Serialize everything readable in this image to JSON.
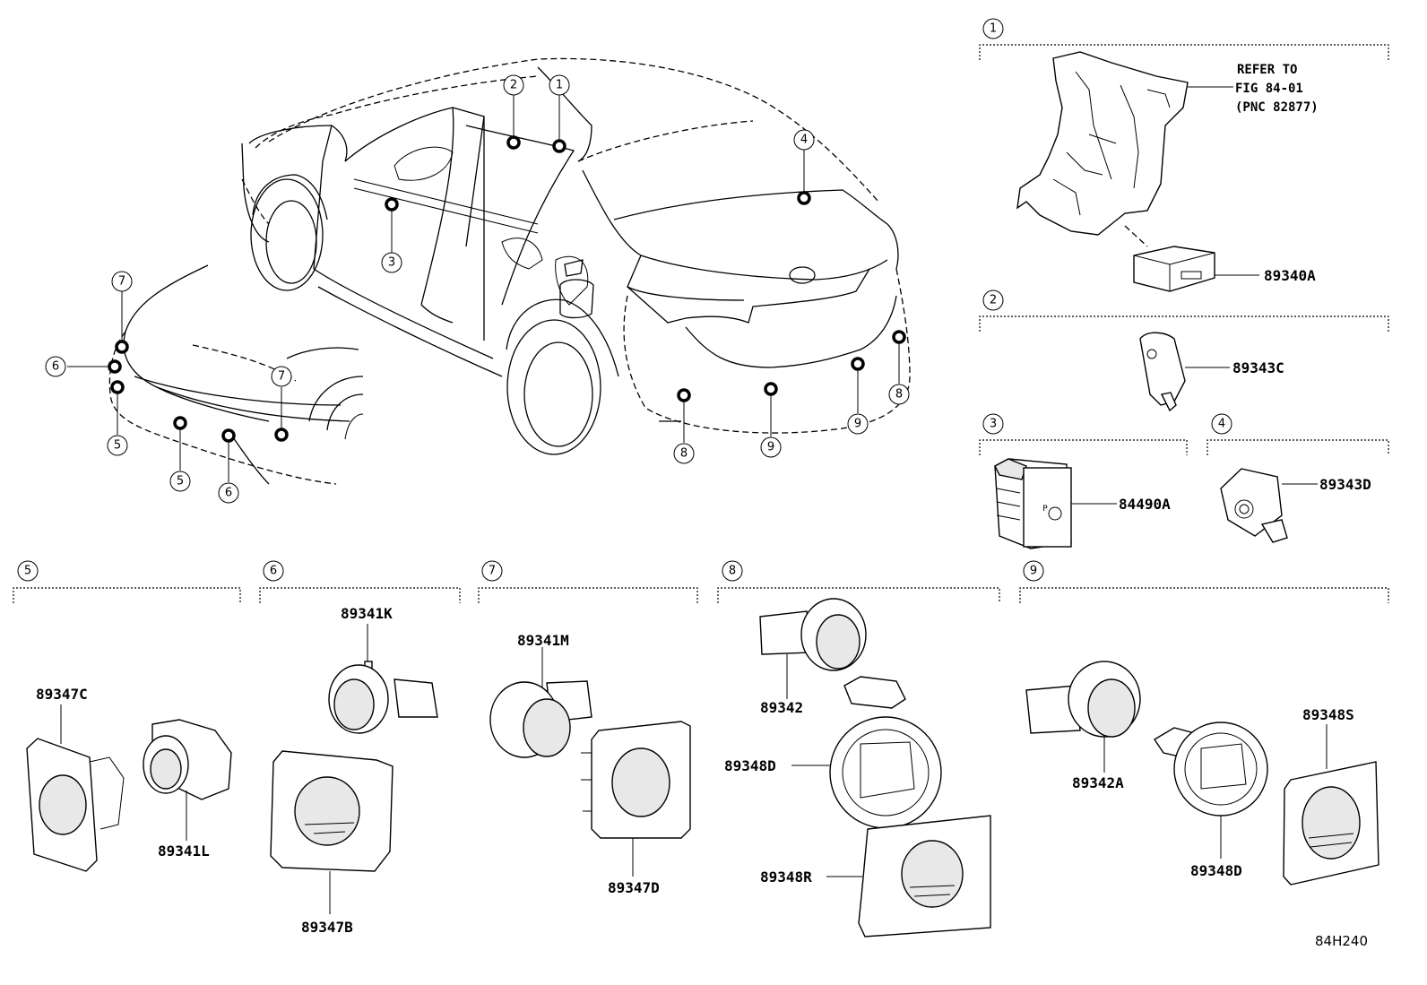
{
  "callouts": [
    "1",
    "2",
    "3",
    "4",
    "5",
    "6",
    "7",
    "8",
    "9"
  ],
  "refer_note": {
    "line1": "REFER TO",
    "line2": "FIG 84-01",
    "line3": "(PNC 82877)"
  },
  "parts": {
    "p89340A": "89340A",
    "p89343C": "89343C",
    "p84490A": "84490A",
    "p89343D": "89343D",
    "p89347C": "89347C",
    "p89341L": "89341L",
    "p89341K": "89341K",
    "p89347B": "89347B",
    "p89341M": "89341M",
    "p89347D": "89347D",
    "p89342": "89342",
    "p89348D_8": "89348D",
    "p89348R": "89348R",
    "p89342A": "89342A",
    "p89348D_9": "89348D",
    "p89348S": "89348S"
  },
  "figure_code": "84H240"
}
